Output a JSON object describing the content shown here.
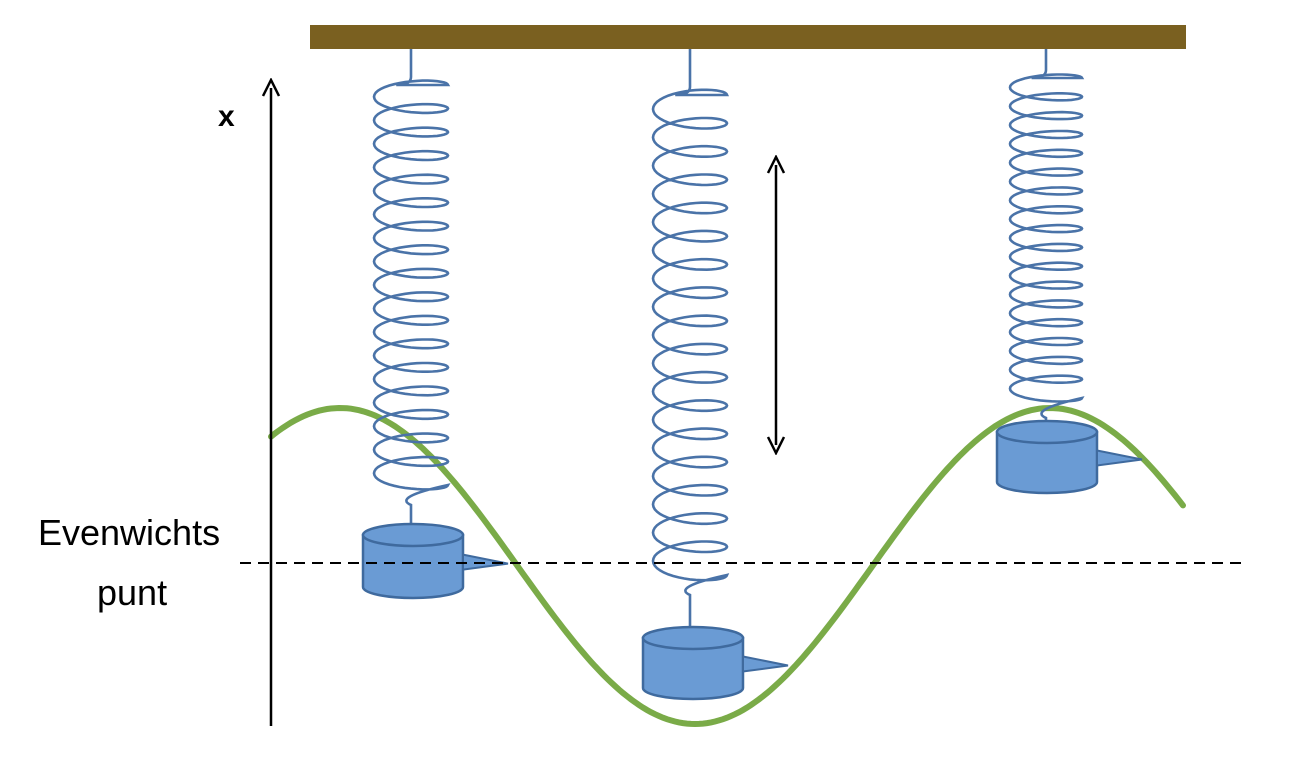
{
  "axis": {
    "label": "x"
  },
  "equilibrium": {
    "line1": "Evenwichts",
    "line2": "punt"
  },
  "colors": {
    "ceiling": "#7a6020",
    "spring": "#4a73a8",
    "mass_fill": "#6a9bd4",
    "mass_stroke": "#3f6a9e",
    "wave": "#7aab48",
    "ink": "#000000"
  }
}
